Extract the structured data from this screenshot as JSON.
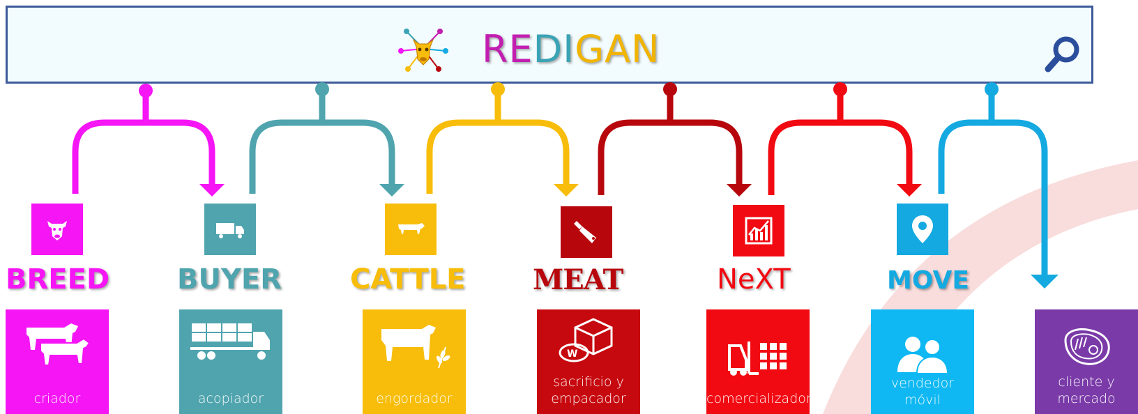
{
  "header": {
    "title_letters": [
      "R",
      "E",
      "D",
      "I",
      "G",
      "A",
      "N"
    ],
    "title_colors": [
      "#c21eb0",
      "#c21eb0",
      "#3aa3b5",
      "#3aa3b5",
      "#f0b400",
      "#f0b400",
      "#f0b400"
    ]
  },
  "columns": [
    {
      "heading": "BREED",
      "color": "#f515f5",
      "label_line1": "criador",
      "label_line2": "",
      "icon": "cow-head-icon",
      "tile_icon": "two-cows-icon"
    },
    {
      "heading": "BUYER",
      "color": "#4fa4ae",
      "label_line1": "acopiador",
      "label_line2": "",
      "icon": "truck-icon",
      "tile_icon": "livestock-truck-icon"
    },
    {
      "heading": "CATTLE",
      "color": "#f7bd0a",
      "label_line1": "engordador",
      "label_line2": "",
      "icon": "cow-icon",
      "tile_icon": "cow-and-wheat-icon"
    },
    {
      "heading": "MEAT",
      "color": "#b7070d",
      "label_line1": "sacrificio y",
      "label_line2": "empacador",
      "icon": "cleaver-icon",
      "tile_icon": "box-and-steak-icon"
    },
    {
      "heading": "NeXT",
      "color": "#f10a12",
      "label_line1": "comercializador",
      "label_line2": "",
      "icon": "chart-icon",
      "tile_icon": "forklift-icon"
    },
    {
      "heading": "MOVE",
      "color": "#14a9e0",
      "label_line1": "vendedor",
      "label_line2": "móvil",
      "icon": "location-pin-icon",
      "tile_icon": "people-icon"
    },
    {
      "heading": "",
      "color": "#7a3aa8",
      "label_line1": "cliente y",
      "label_line2": "mercado",
      "icon": "",
      "tile_icon": "steak-icon"
    }
  ],
  "colors": {
    "header_border": "#3d5a99",
    "header_bg": "#f2fbfd",
    "search_icon": "#2b4e9c",
    "swoosh": "#f5c4c4"
  }
}
